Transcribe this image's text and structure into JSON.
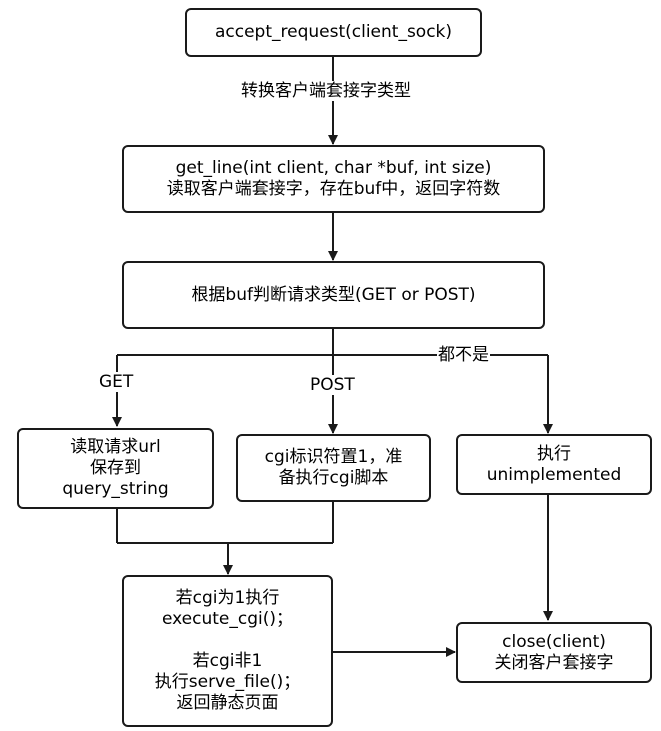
{
  "nodes": {
    "accept": {
      "line1": "accept_request(client_sock)"
    },
    "getline": {
      "line1": "get_line(int client, char *buf, int size)",
      "line2": "读取客户端套接字，存在buf中，返回字符数"
    },
    "judge": {
      "line1": "根据buf判断请求类型(GET or POST)"
    },
    "get_branch": {
      "line1": "读取请求url",
      "line2": "保存到",
      "line3": "query_string"
    },
    "post_branch": {
      "line1": "cgi标识符置1，准",
      "line2": "备执行cgi脚本"
    },
    "unimpl": {
      "line1": "执行",
      "line2": "unimplemented"
    },
    "exec": {
      "line1": "若cgi为1执行",
      "line2": "execute_cgi()；",
      "line3": "若cgi非1",
      "line4": "执行serve_file()；",
      "line5": "返回静态页面"
    },
    "close": {
      "line1": "close(client)",
      "line2": "关闭客户套接字"
    }
  },
  "edge_labels": {
    "convert": "转换客户端套接字类型",
    "get": "GET",
    "post": "POST",
    "neither": "都不是"
  },
  "colors": {
    "stroke": "#1a1a1a",
    "background": "#ffffff"
  }
}
